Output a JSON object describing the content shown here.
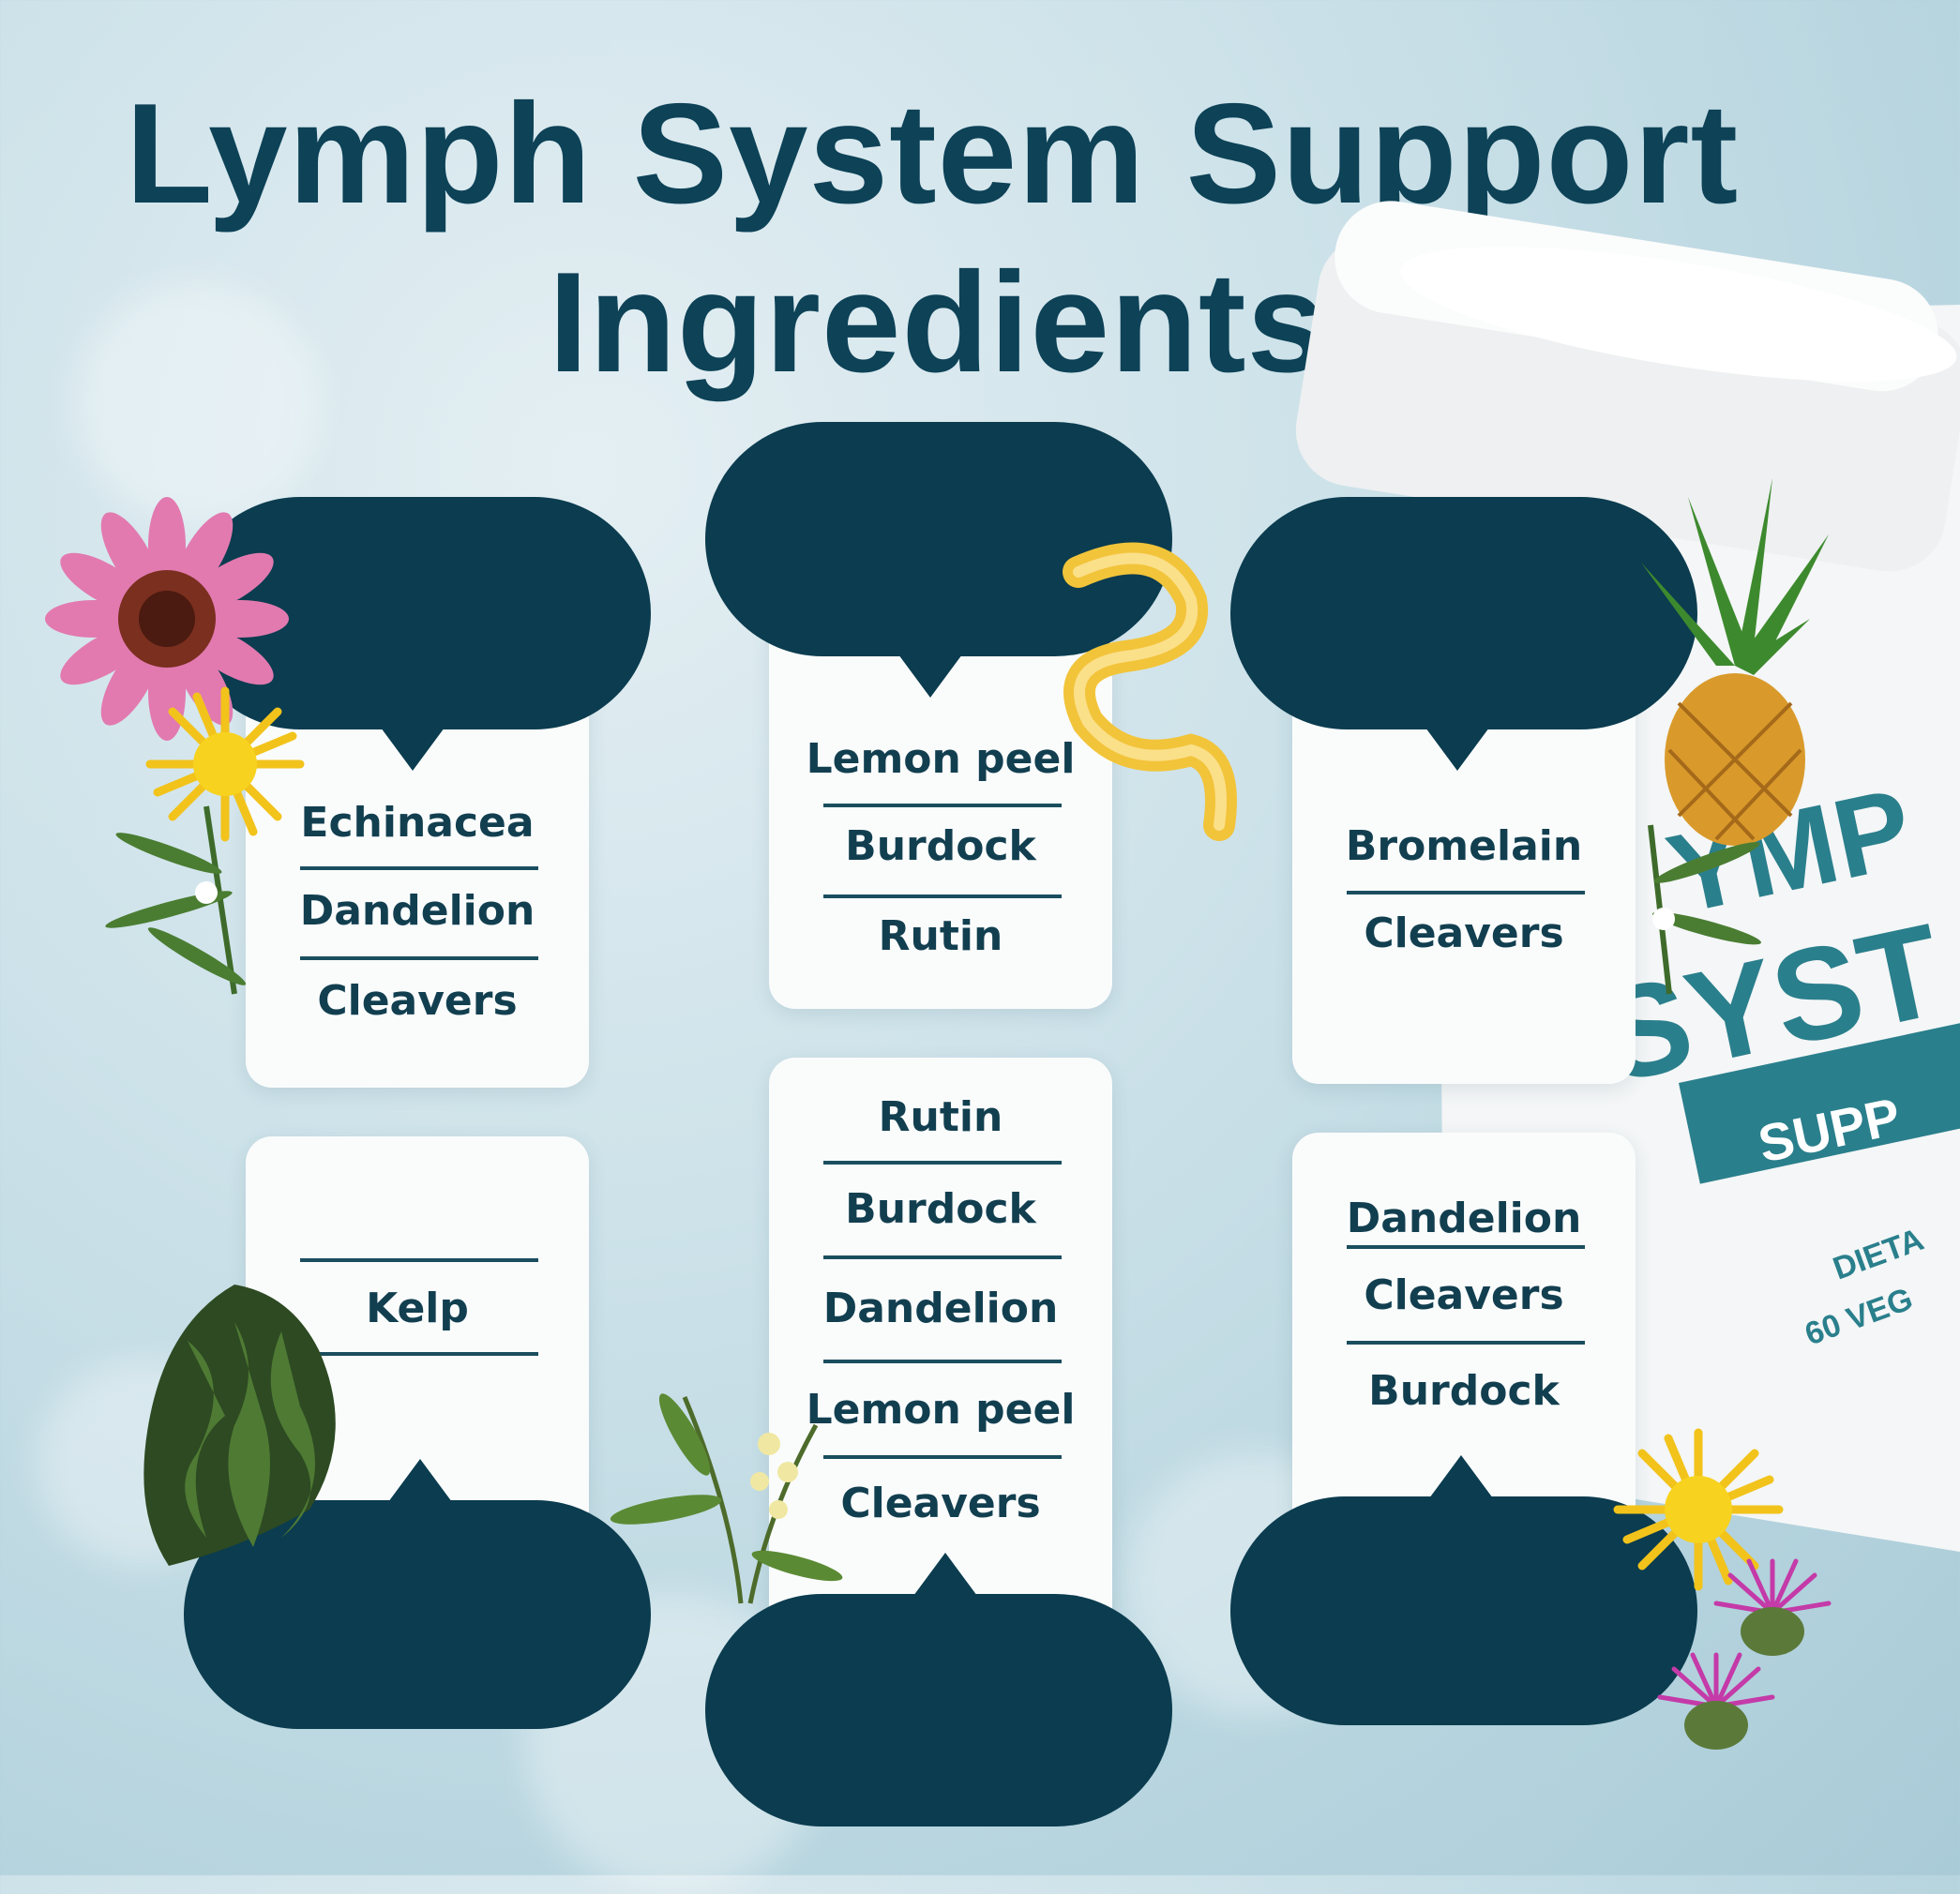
{
  "title_line1": "Lymph System Support",
  "title_line2": "Ingredients",
  "colors": {
    "dark_teal": "#0b3c4f",
    "title_color": "#0d4257",
    "card_bg": "#fafcfc"
  },
  "bottle": {
    "label_line1": "YMP",
    "label_line2": "SYST",
    "label_band": "SUPP",
    "label_small1": "DIETA",
    "label_small2": "60 VEG"
  },
  "cards": {
    "top_left": {
      "items": [
        "Echinacea",
        "Dandelion",
        "Cleavers"
      ]
    },
    "top_middle": {
      "items": [
        "Lemon peel",
        "Burdock",
        "Rutin"
      ]
    },
    "top_right": {
      "items": [
        "Bromelain",
        "Cleavers"
      ]
    },
    "bottom_left": {
      "items": [
        "Kelp"
      ]
    },
    "bottom_middle": {
      "items": [
        "Rutin",
        "Burdock",
        "Dandelion",
        "Lemon peel",
        "Cleavers"
      ]
    },
    "bottom_right": {
      "items": [
        "Dandelion",
        "Cleavers",
        "Burdock"
      ]
    }
  },
  "decorations": [
    "echinacea-flower-icon",
    "dandelion-flower-icon",
    "lemon-peel-icon",
    "pineapple-icon",
    "kelp-icon",
    "cleavers-herb-icon",
    "thistle-flower-icon"
  ]
}
